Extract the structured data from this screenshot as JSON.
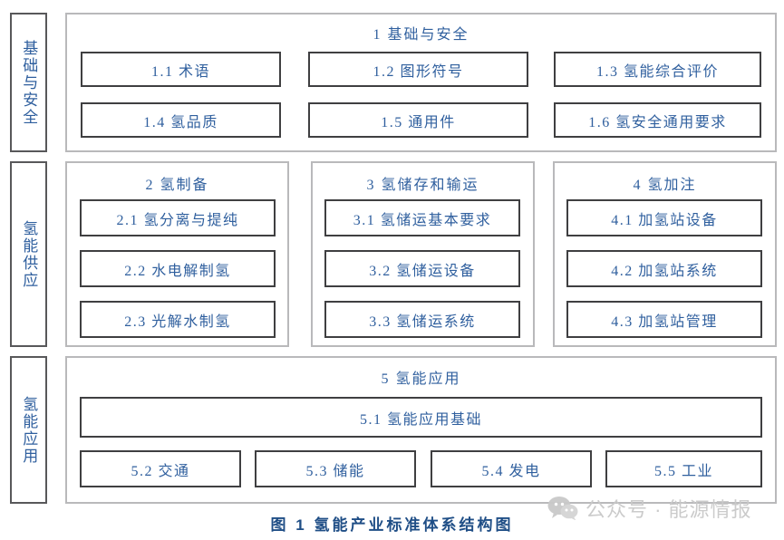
{
  "figure": {
    "caption": "图 1  氢能产业标准体系结构图",
    "text_color": "#2f5f9e",
    "item_border_color": "#3f3f41",
    "section_border_color": "#b9b9bb"
  },
  "watermark": {
    "text": "公众号 · 能源情报",
    "icon": "wechat-icon",
    "color": "#c9c9c9"
  },
  "rails": [
    {
      "label": "基础与安全"
    },
    {
      "label": "氢能供应"
    },
    {
      "label": "氢能应用"
    }
  ],
  "sections": [
    {
      "id": "foundation-and-safety",
      "heading": "1  基础与安全",
      "items": [
        {
          "code": "1.1",
          "label": "1.1  术语"
        },
        {
          "code": "1.2",
          "label": "1.2  图形符号"
        },
        {
          "code": "1.3",
          "label": "1.3  氢能综合评价"
        },
        {
          "code": "1.4",
          "label": "1.4  氢品质"
        },
        {
          "code": "1.5",
          "label": "1.5  通用件"
        },
        {
          "code": "1.6",
          "label": "1.6  氢安全通用要求"
        }
      ]
    },
    {
      "id": "hydrogen-supply",
      "groups": [
        {
          "heading": "2  氢制备",
          "items": [
            {
              "code": "2.1",
              "label": "2.1  氢分离与提纯"
            },
            {
              "code": "2.2",
              "label": "2.2  水电解制氢"
            },
            {
              "code": "2.3",
              "label": "2.3  光解水制氢"
            }
          ]
        },
        {
          "heading": "3  氢储存和输运",
          "items": [
            {
              "code": "3.1",
              "label": "3.1  氢储运基本要求"
            },
            {
              "code": "3.2",
              "label": "3.2  氢储运设备"
            },
            {
              "code": "3.3",
              "label": "3.3  氢储运系统"
            }
          ]
        },
        {
          "heading": "4  氢加注",
          "items": [
            {
              "code": "4.1",
              "label": "4.1  加氢站设备"
            },
            {
              "code": "4.2",
              "label": "4.2  加氢站系统"
            },
            {
              "code": "4.3",
              "label": "4.3  加氢站管理"
            }
          ]
        }
      ]
    },
    {
      "id": "hydrogen-application",
      "heading": "5  氢能应用",
      "items": [
        {
          "code": "5.1",
          "label": "5.1  氢能应用基础"
        },
        {
          "code": "5.2",
          "label": "5.2  交通"
        },
        {
          "code": "5.3",
          "label": "5.3  储能"
        },
        {
          "code": "5.4",
          "label": "5.4  发电"
        },
        {
          "code": "5.5",
          "label": "5.5  工业"
        }
      ]
    }
  ]
}
